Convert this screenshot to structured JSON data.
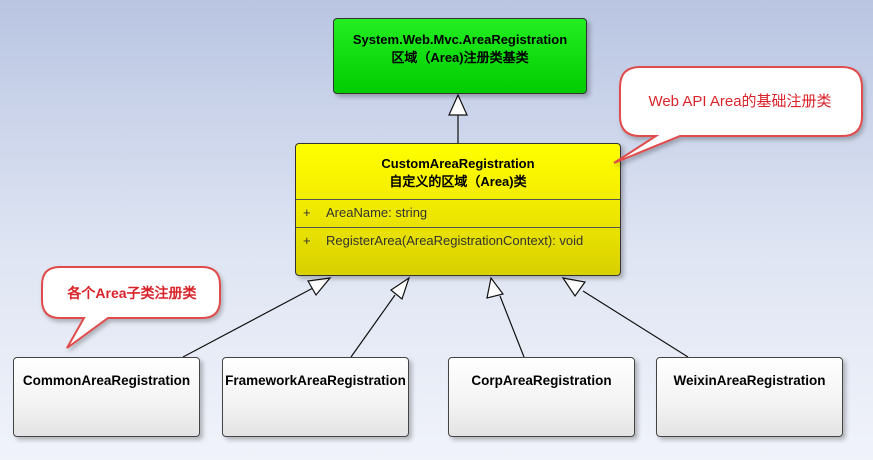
{
  "base_class": {
    "name": "System.Web.Mvc.AreaRegistration",
    "description": "区域（Area)注册类基类",
    "fill_color": "#00dd00"
  },
  "custom_class": {
    "name": "CustomAreaRegistration",
    "description": "自定义的区域（Area)类",
    "fill_color": "#ffff00",
    "attributes": [
      {
        "visibility": "+",
        "text": "AreaName: string"
      }
    ],
    "operations": [
      {
        "visibility": "+",
        "text": "RegisterArea(AreaRegistrationContext): void"
      }
    ]
  },
  "subclasses": [
    {
      "name": "CommonAreaRegistration"
    },
    {
      "name": "FrameworkAreaRegistration"
    },
    {
      "name": "CorpAreaRegistration"
    },
    {
      "name": "WeixinAreaRegistration"
    }
  ],
  "callouts": {
    "right": "Web API  Area的基础注册类",
    "left": "各个Area子类注册类",
    "text_color": "#d9232a",
    "border_color": "#e04b4b"
  }
}
